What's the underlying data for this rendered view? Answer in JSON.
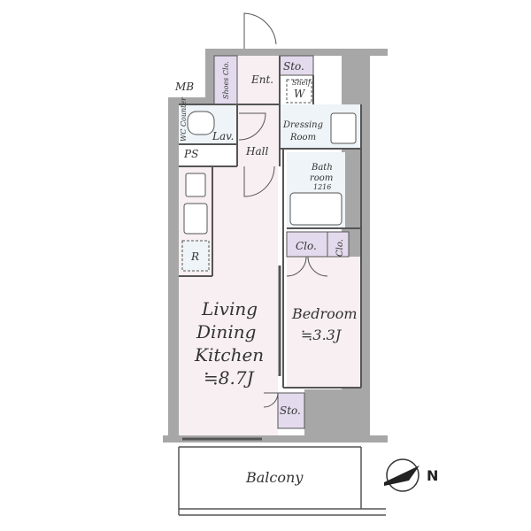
{
  "rooms": {
    "mb": "MB",
    "shoes_clo": "Shoes Clo.",
    "ent": "Ent.",
    "sto_top": "Sto.",
    "shelf": "Shelf",
    "shelf_w": "W",
    "lav": "Lav.",
    "wc_counter": "WC Counter",
    "hall": "Hall",
    "dressing_room_1": "Dressing",
    "dressing_room_2": "Room",
    "ps": "PS",
    "bath_1": "Bath",
    "bath_2": "room",
    "bath_size": "1216",
    "refrigerator": "R",
    "clo_1": "Clo.",
    "clo_2": "Clo.",
    "ldk_1": "Living",
    "ldk_2": "Dining",
    "ldk_3": "Kitchen",
    "ldk_size": "≒8.7J",
    "bedroom": "Bedroom",
    "bedroom_size": "≒3.3J",
    "sto_bottom": "Sto.",
    "balcony": "Balcony"
  },
  "compass": {
    "north_label": "N"
  },
  "colors": {
    "wall": "#a7a7a7",
    "room_fill": "#f7eff1",
    "wet_fill": "#eef4f7",
    "storage_fill": "#e3dbed",
    "line": "#555555"
  }
}
